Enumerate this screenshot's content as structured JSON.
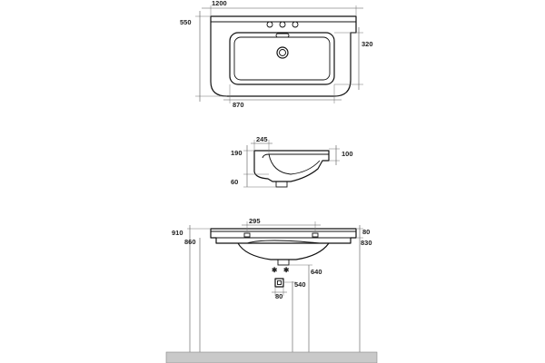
{
  "top_view": {
    "width_label": "1200",
    "depth_label": "550",
    "bowl_depth_label": "320",
    "bowl_width_label": "870"
  },
  "side_view": {
    "rim_label": "245",
    "height_label": "190",
    "drain_label": "60",
    "front_label": "100"
  },
  "front_view": {
    "overall_height_label": "910",
    "mount_height_label": "860",
    "tap_spacing_label": "295",
    "top_thickness_label": "80",
    "bottom_height_label": "830",
    "waste_height_label": "640",
    "outlet_height_label": "540",
    "outlet_size_label": "80"
  },
  "colors": {
    "line": "#111111",
    "floor": "#c9c9c9"
  }
}
